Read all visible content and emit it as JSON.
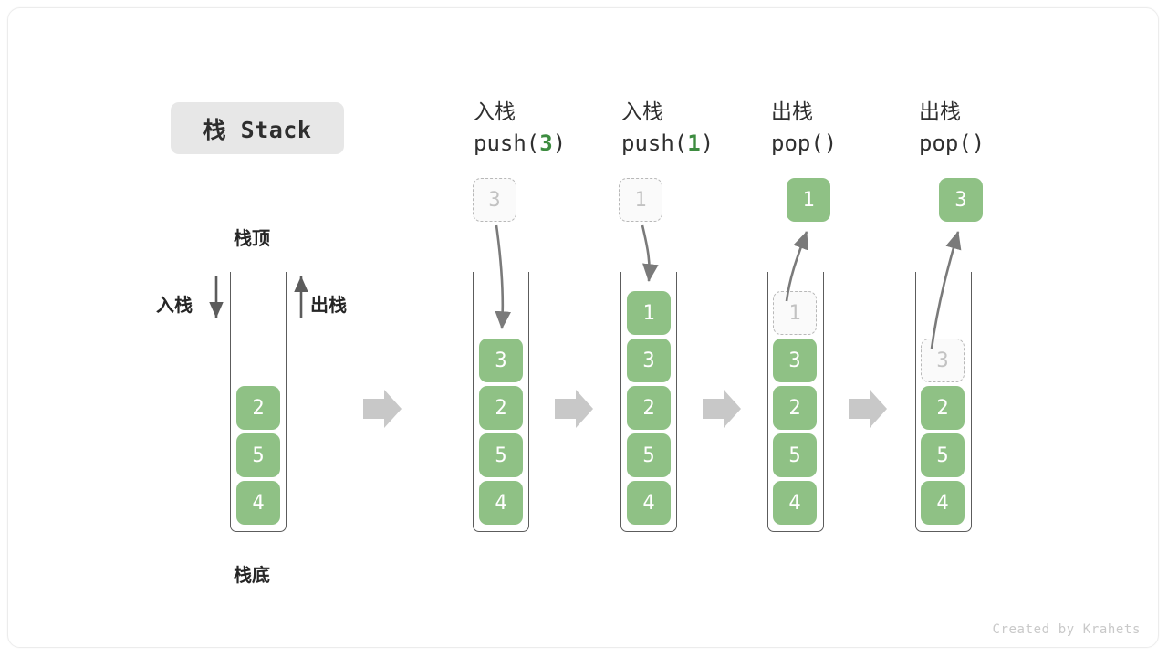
{
  "title_pill": {
    "label": "栈 Stack"
  },
  "legend": {
    "top_label": "栈顶",
    "bottom_label": "栈底",
    "push_label": "入栈",
    "pop_label": "出栈"
  },
  "colors": {
    "cell_fill": "#8fc185",
    "cell_text": "#ffffff",
    "ghost_fill": "#fafafa",
    "ghost_text": "#c2c2c2",
    "ghost_border": "#b8b8b8",
    "container_border": "#5c5c5c",
    "arrow_gray": "#7a7a7a",
    "transition_arrow": "#c8c8c8",
    "accent_green": "#3d8c40",
    "pill_bg": "#e7e7e7"
  },
  "columns": [
    {
      "id": "initial",
      "header_cn": "",
      "header_fn_pre": "",
      "header_fn_arg": "",
      "header_fn_post": "",
      "cells": [
        "2",
        "5",
        "4"
      ],
      "float_cell": null
    },
    {
      "id": "push-3",
      "header_cn": "入栈",
      "header_fn_pre": "push(",
      "header_fn_arg": "3",
      "header_fn_post": ")",
      "cells": [
        "3",
        "2",
        "5",
        "4"
      ],
      "float_cell": {
        "value": "3",
        "style": "ghost"
      }
    },
    {
      "id": "push-1",
      "header_cn": "入栈",
      "header_fn_pre": "push(",
      "header_fn_arg": "1",
      "header_fn_post": ")",
      "cells": [
        "1",
        "3",
        "2",
        "5",
        "4"
      ],
      "float_cell": {
        "value": "1",
        "style": "ghost"
      }
    },
    {
      "id": "pop-1",
      "header_cn": "出栈",
      "header_fn_pre": "pop(",
      "header_fn_arg": "",
      "header_fn_post": ")",
      "cells": [
        "1",
        "3",
        "2",
        "5",
        "4"
      ],
      "ghost_index": 0,
      "float_cell": {
        "value": "1",
        "style": "filled"
      }
    },
    {
      "id": "pop-3",
      "header_cn": "出栈",
      "header_fn_pre": "pop(",
      "header_fn_arg": "",
      "header_fn_post": ")",
      "cells": [
        "3",
        "2",
        "5",
        "4"
      ],
      "ghost_index": 0,
      "float_cell": {
        "value": "3",
        "style": "filled"
      }
    }
  ],
  "footer": {
    "credit": "Created by Krahets"
  }
}
